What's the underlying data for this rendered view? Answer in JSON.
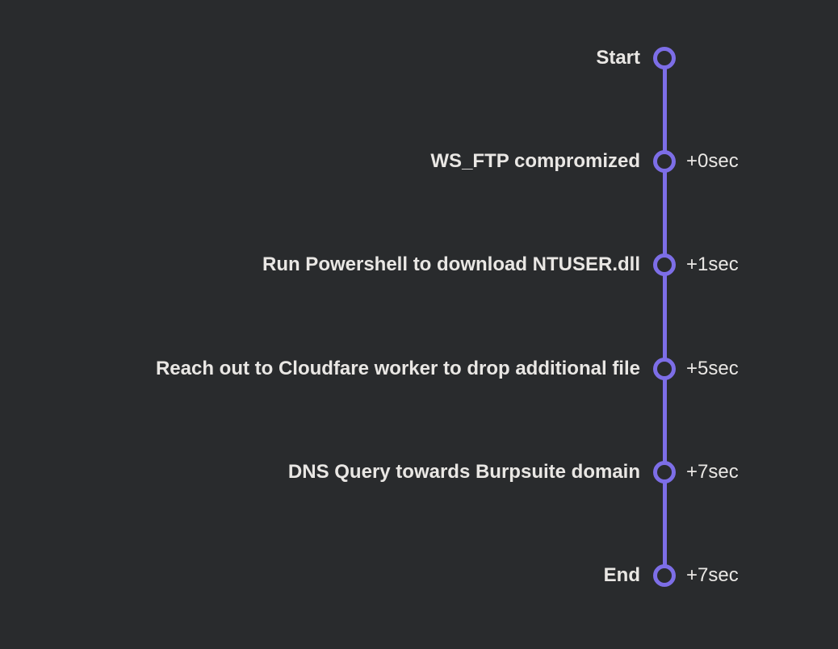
{
  "timeline": {
    "colors": {
      "background": "#292b2d",
      "line": "#7d6ee7",
      "text": "#e9e7e4"
    },
    "events": [
      {
        "label": "Start",
        "time": ""
      },
      {
        "label": "WS_FTP compromized",
        "time": "+0sec"
      },
      {
        "label": "Run Powershell to download NTUSER.dll",
        "time": "+1sec"
      },
      {
        "label": "Reach out to Cloudfare worker to drop additional file",
        "time": "+5sec"
      },
      {
        "label": "DNS Query towards Burpsuite domain",
        "time": "+7sec"
      },
      {
        "label": "End",
        "time": "+7sec"
      }
    ]
  }
}
